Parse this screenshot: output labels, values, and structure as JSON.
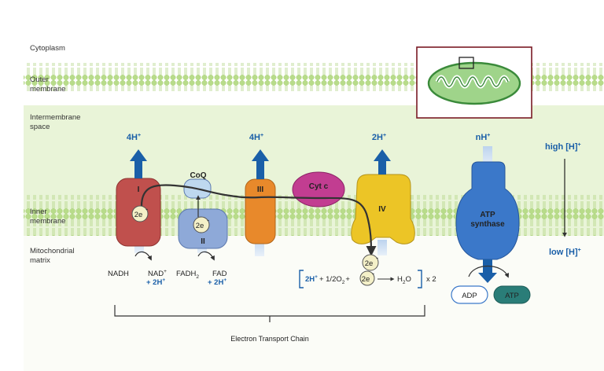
{
  "regions": {
    "cytoplasm": "Cytoplasm",
    "outer_membrane": [
      "Outer",
      "membrane"
    ],
    "intermembrane_space": [
      "Intermembrane",
      "space"
    ],
    "inner_membrane": [
      "Inner",
      "membrane"
    ],
    "matrix": [
      "Mitochondrial",
      "matrix"
    ]
  },
  "complexes": {
    "complex_1": "I",
    "complex_2": "II",
    "complex_3": "III",
    "complex_4": "IV",
    "coq": "CoQ",
    "cytc": "Cyt c",
    "atp_synthase": [
      "ATP",
      "synthase"
    ]
  },
  "electron": "2e",
  "electron_sup": "-",
  "protons": {
    "complex_1": "4H",
    "complex_3": "4H",
    "complex_4": "2H",
    "atp_synthase": "nH",
    "plus": "+"
  },
  "gradient": {
    "high": "high [H]",
    "low": "low [H]",
    "plus": "+"
  },
  "reactions": {
    "nadh": "NADH",
    "nad_plus": "NAD",
    "nad_h": "+ 2H",
    "fadh2_a": "FADH",
    "fadh2_sub": "2",
    "fad": "FAD",
    "fad_h": "+ 2H",
    "water_2h": "2H",
    "water_o2": "+ 1/2O",
    "water_o2_sub": "2",
    "water_plus": "+",
    "water_h2o_a": "H",
    "water_h2o_sub": "2",
    "water_h2o_b": "O",
    "water_mult": "x 2",
    "adp": "ADP",
    "atp": "ATP"
  },
  "caption": "Electron Transport Chain",
  "colors": {
    "membrane": "#c6e29a",
    "intermembrane": "#e9f4d8",
    "matrix": "#fbfcf7",
    "complex_1": "#c0504d",
    "complex_2": "#8ea9d8",
    "complex_3": "#e8892b",
    "cytc": "#c23d91",
    "complex_4": "#ecc526",
    "atp_synthase": "#3b78c9",
    "proton_arrow": "#1a5fa8",
    "inset_border": "#7a1a24",
    "atp_badge": "#2a7d78"
  }
}
